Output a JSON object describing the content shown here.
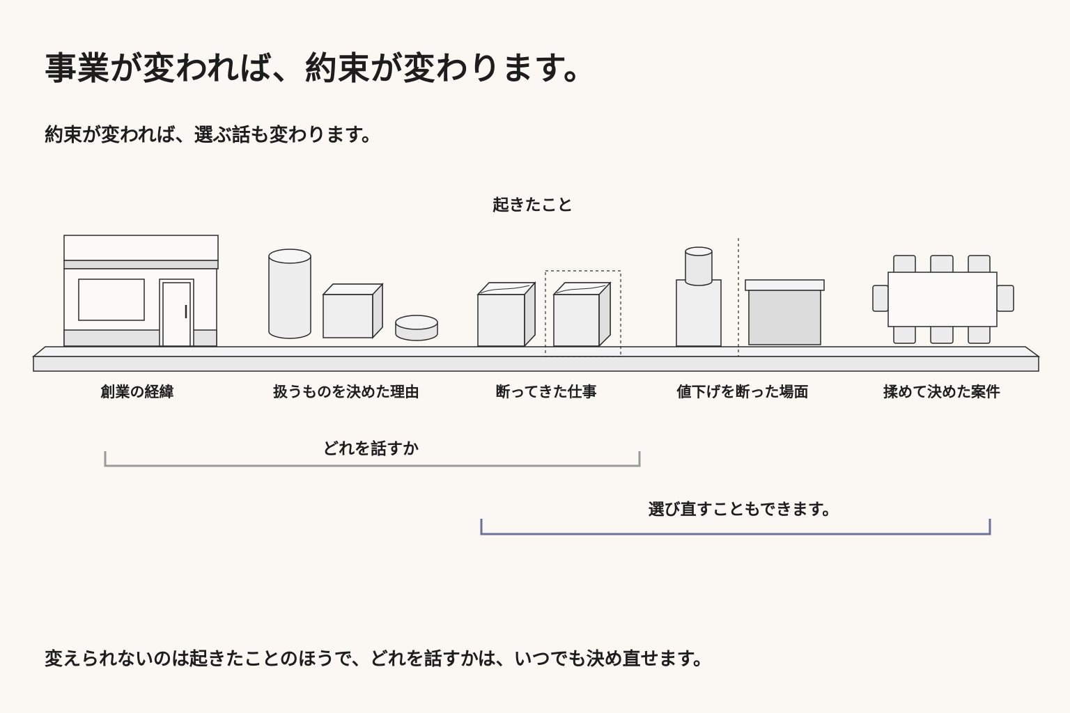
{
  "title": "事業が変われば、約束が変わります。",
  "subtitle": "約束が変われば、選ぶ話も変わります。",
  "section_label": "起きたこと",
  "items": [
    {
      "label": "創業の経緯",
      "icon": "storefront-icon"
    },
    {
      "label": "扱うものを決めた理由",
      "icon": "products-icon"
    },
    {
      "label": "断ってきた仕事",
      "icon": "boxes-icon"
    },
    {
      "label": "値下げを断った場面",
      "icon": "bottle-and-tray-icon"
    },
    {
      "label": "揉めて決めた案件",
      "icon": "meeting-table-icon"
    }
  ],
  "bracket_which": {
    "label": "どれを話すか",
    "color": "#9a9a9a"
  },
  "bracket_rechoose": {
    "label": "選び直すこともできます。",
    "color": "#6b6f9c"
  },
  "footer": "変えられないのは起きたことのほうで、どれを話すかは、いつでも決め直せます。",
  "colors": {
    "background": "#fbf8f3",
    "ink": "#1d1d1d",
    "fill_light": "#ededed",
    "fill_mid": "#e2e2e2"
  }
}
